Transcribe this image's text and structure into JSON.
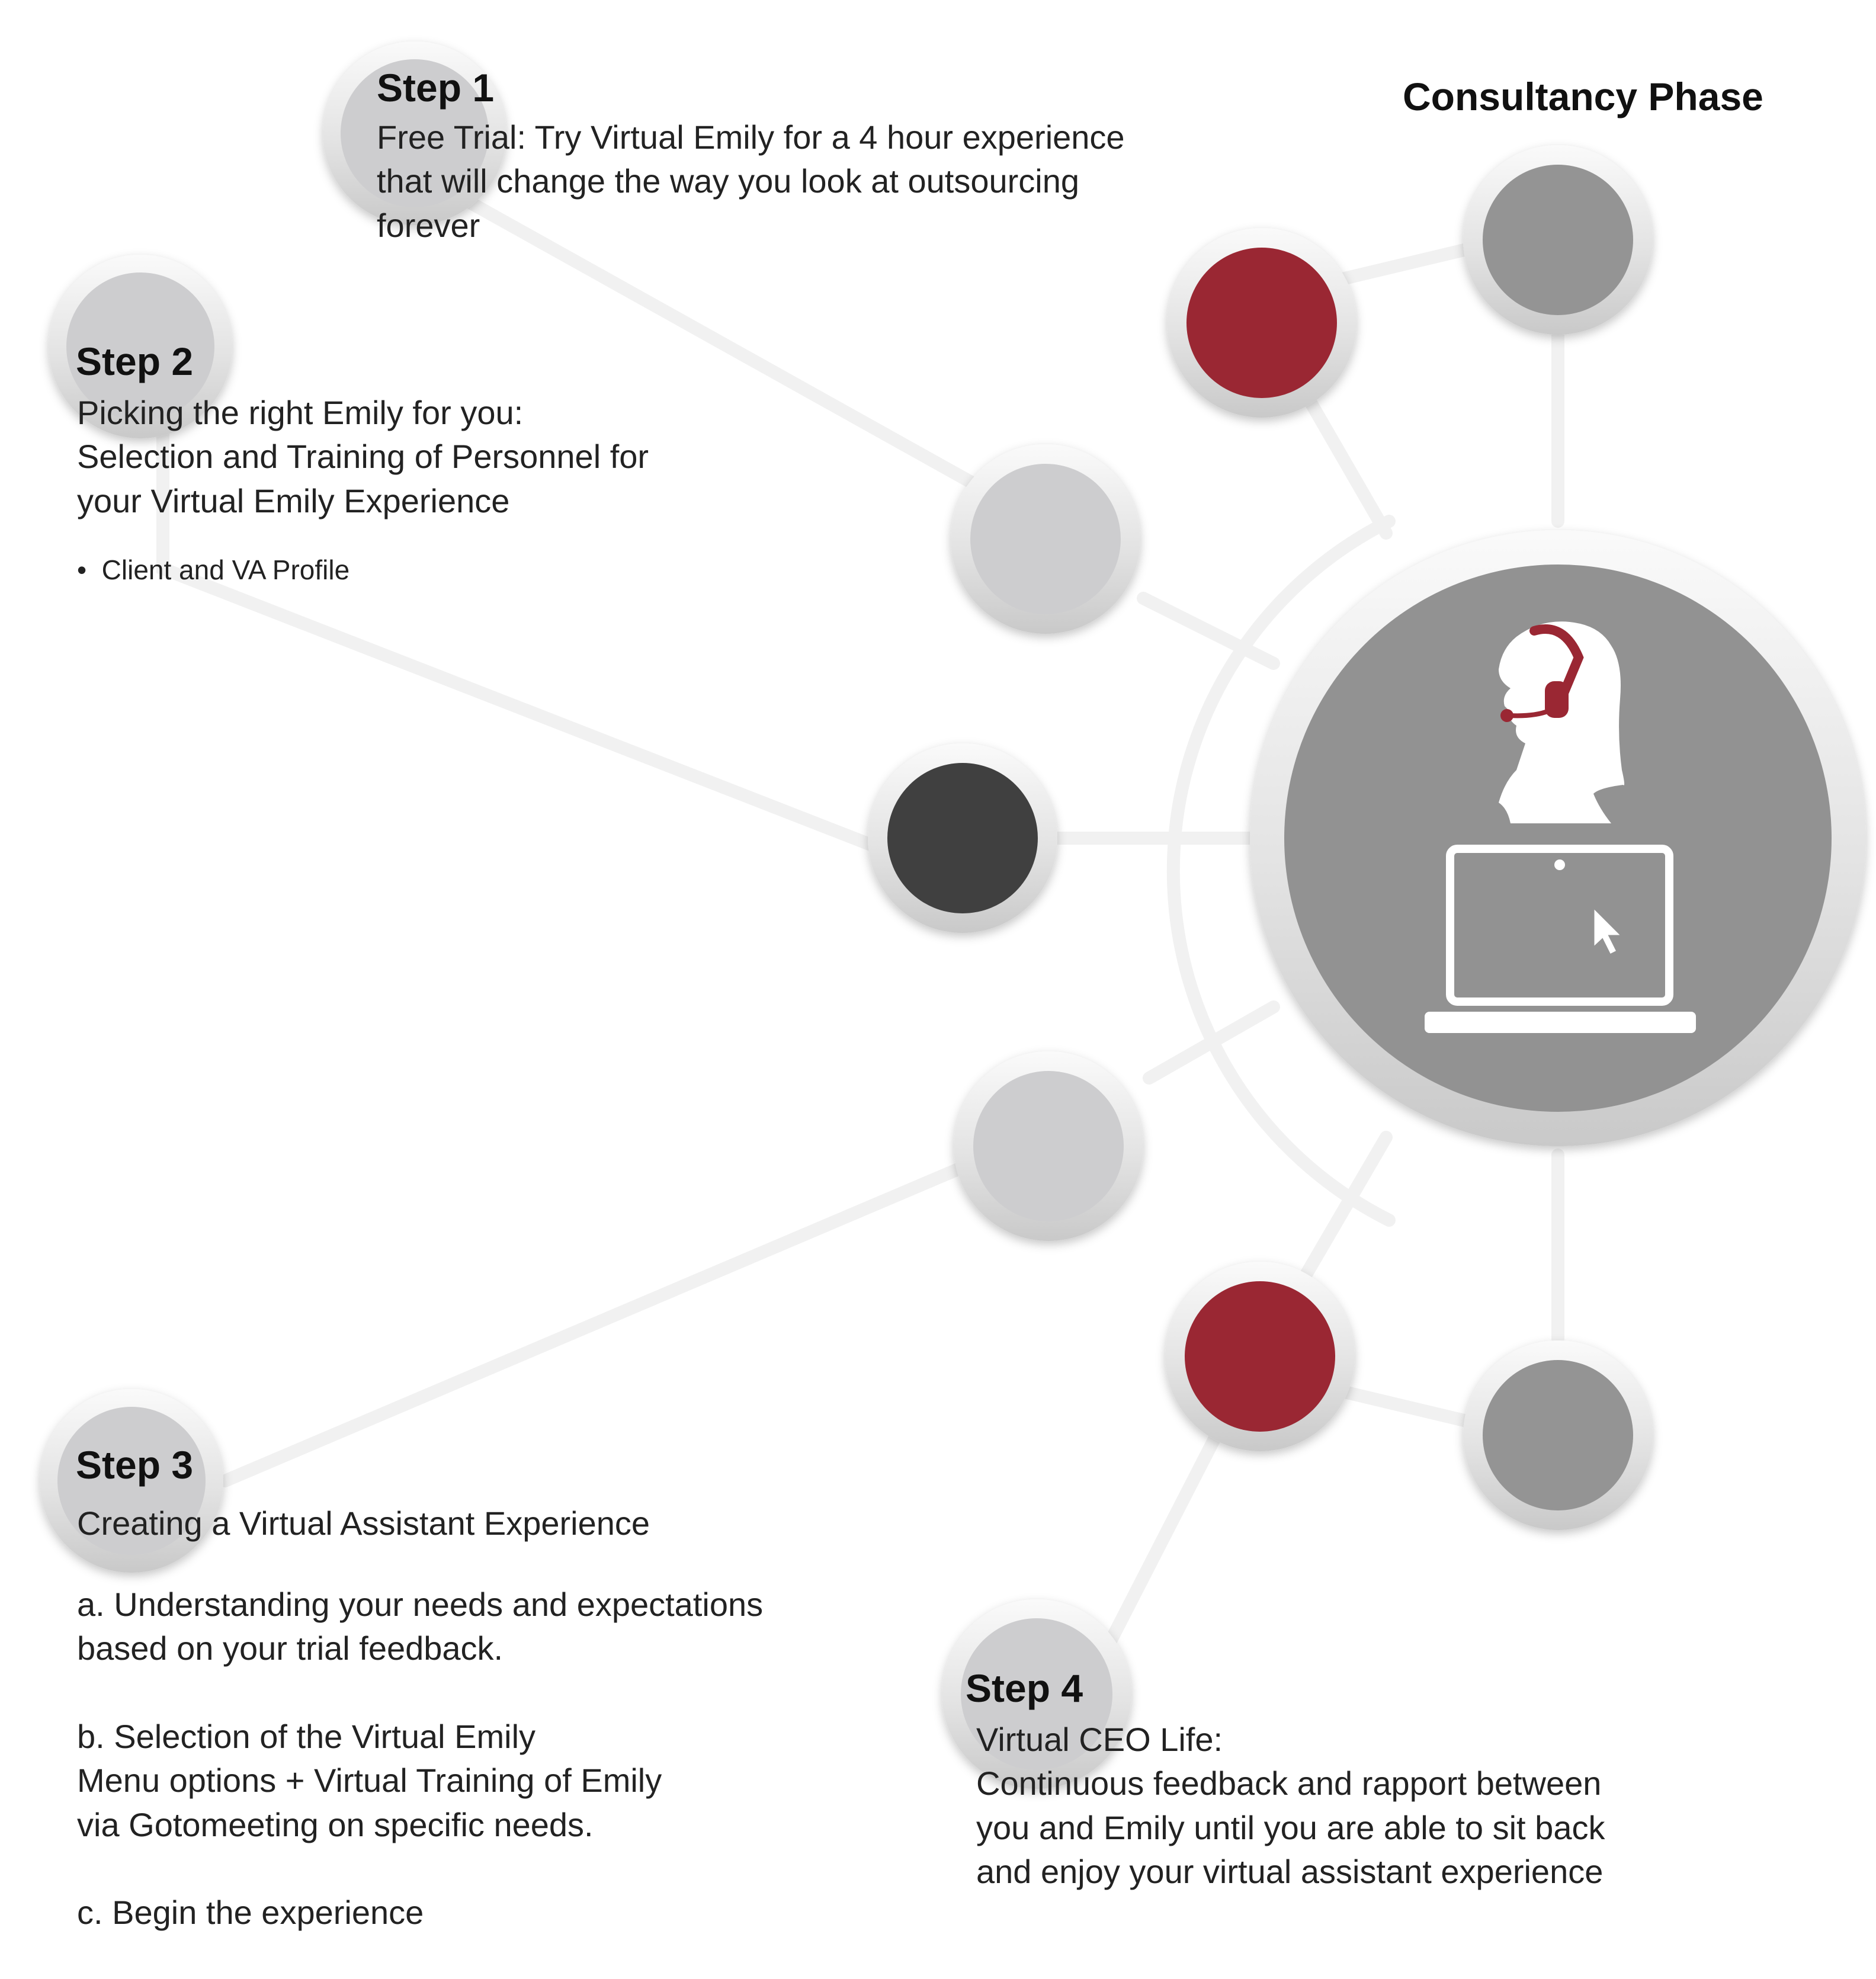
{
  "phase_title": "Consultancy Phase",
  "steps": [
    {
      "title": "Step 1",
      "description": [
        "Free Trial: Try Virtual Emily for a 4 hour experience",
        "that will change the way you look at outsourcing",
        "forever"
      ]
    },
    {
      "title": "Step 2",
      "description": [
        "Picking the right Emily for you:",
        "Selection and Training of Personnel for",
        "your Virtual Emily Experience"
      ],
      "bullets": [
        "Client and VA Profile"
      ]
    },
    {
      "title": "Step 3",
      "description": [
        "Creating a Virtual Assistant Experience"
      ],
      "items": [
        [
          "a. Understanding your needs and expectations",
          "based on your trial feedback."
        ],
        [
          "b. Selection of the Virtual Emily",
          "Menu options + Virtual Training of Emily",
          "via Gotomeeting on specific needs."
        ],
        [
          "c. Begin the experience"
        ]
      ]
    },
    {
      "title": "Step 4",
      "description": [
        "Virtual CEO Life:",
        "Continuous feedback and rapport between",
        "you and Emily until you are able to sit back",
        "and enjoy your virtual assistant experience"
      ]
    }
  ],
  "colors": {
    "red": "#9a2733",
    "dark": "#404040",
    "mid_gray": "#949494",
    "light_gray": "#cdcdcf",
    "center": "#929292",
    "connector": "#f1f1f1"
  },
  "center_icons": [
    "headset-woman-icon",
    "laptop-icon",
    "cursor-icon"
  ]
}
